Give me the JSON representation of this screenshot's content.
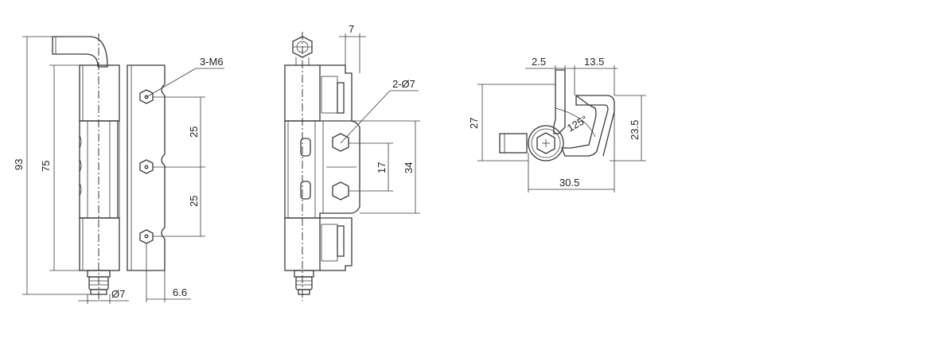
{
  "labels": {
    "holes_m6": "3-M6",
    "height_93": "93",
    "height_75": "75",
    "pitch_top": "25",
    "pitch_bottom": "25",
    "pin_dia": "Ø7",
    "edge_offset": "6.6",
    "width_7": "7",
    "holes_dia": "2-Ø7",
    "pitch_17": "17",
    "height_34": "34",
    "top_2_5": "2.5",
    "top_13_5": "13.5",
    "side_27": "27",
    "side_23_5": "23.5",
    "bottom_30_5": "30.5",
    "angle_125": "125°"
  }
}
